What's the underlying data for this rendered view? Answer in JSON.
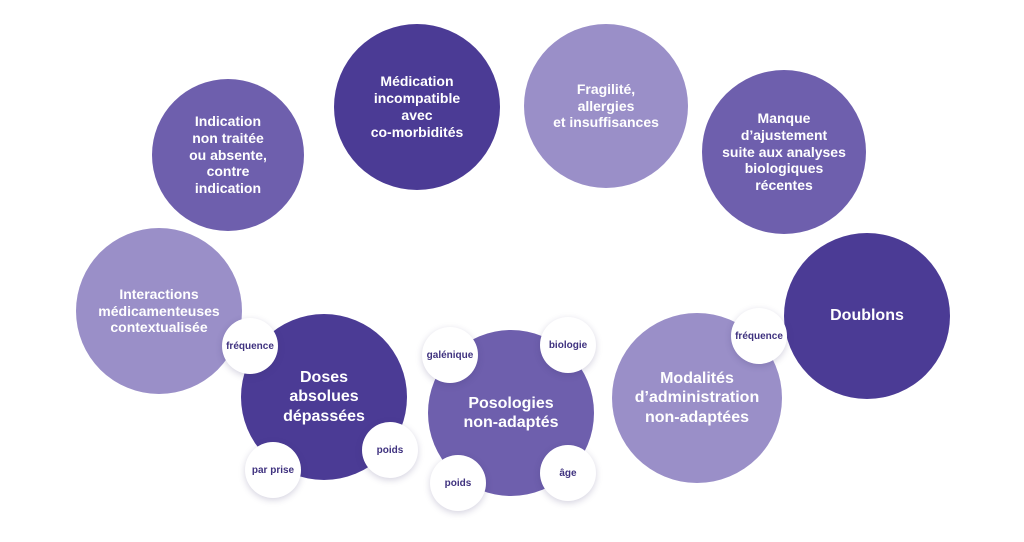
{
  "colors": {
    "dark": "#4b3b95",
    "medium": "#6e5fad",
    "light": "#9a8fc8",
    "tag_text": "#3f327f",
    "tag_bg": "#ffffff"
  },
  "nodes": {
    "indication": "Indication\nnon traitée\nou absente,\ncontre\nindication",
    "medication": "Médication\nincompatible\navec\nco-morbidités",
    "fragilite": "Fragilité,\nallergies\net insuffisances",
    "ajustement": "Manque\nd’ajustement\nsuite aux analyses\nbiologiques\nrécentes",
    "interactions": "Interactions\nmédicamenteuses\ncontextualisée",
    "doublons": "Doublons",
    "doses": "Doses\nabsolues\ndépassées",
    "posologies": "Posologies\nnon-adaptés",
    "modalites": "Modalités\nd’administration\nnon-adaptées"
  },
  "tags": {
    "doses_frequence": "fréquence",
    "doses_poids": "poids",
    "doses_par_prise": "par prise",
    "posologies_galenique": "galénique",
    "posologies_biologie": "biologie",
    "posologies_poids": "poids",
    "posologies_age": "âge",
    "modalites_frequence": "fréquence"
  }
}
